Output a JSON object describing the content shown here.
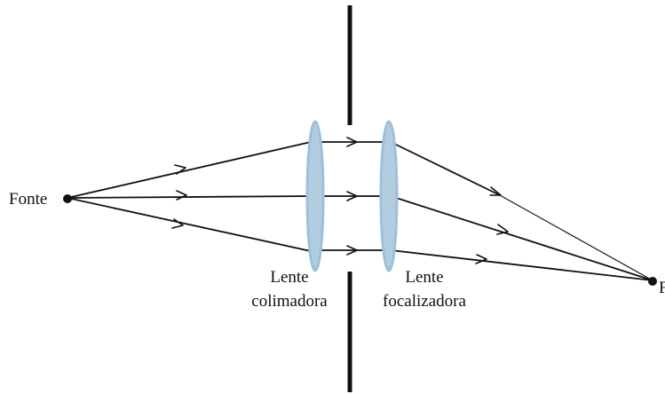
{
  "labels": {
    "source": "Fonte",
    "collimating_lens_line1": "Lente",
    "collimating_lens_line2": "colimadora",
    "focusing_lens_line1": "Lente",
    "focusing_lens_line2": "focalizadora",
    "focus_point": "F"
  },
  "colors": {
    "lens_fill": "#b2cce0",
    "lens_stroke": "#9cc0dc",
    "ray": "#111111",
    "screen": "#111111"
  }
}
